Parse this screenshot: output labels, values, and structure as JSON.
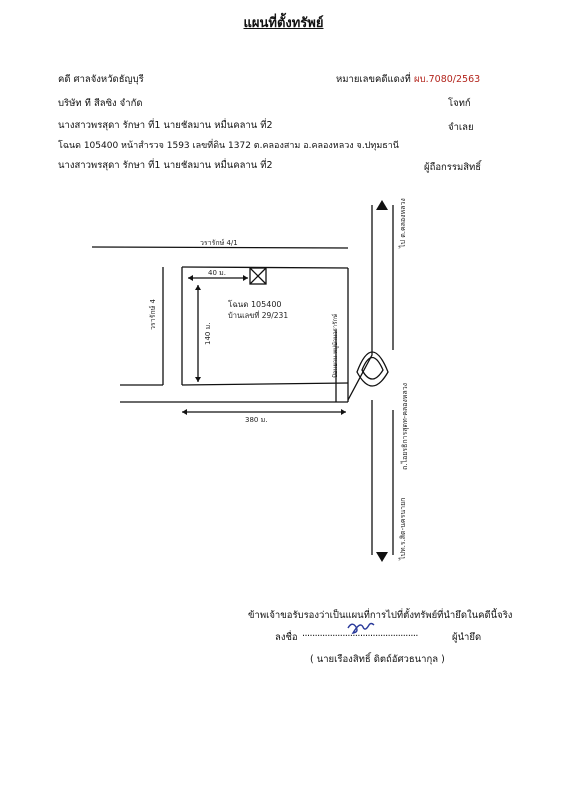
{
  "document": {
    "title": "แผนที่ตั้งทรัพย์",
    "case_court": "คดี ศาลจังหวัดธัญบุรี",
    "case_number_label": "หมายเลขคดีแดงที่",
    "case_number_value": "ผบ.7080/2563",
    "plaintiff_name": "บริษัท ที สีลซิง จำกัด",
    "plaintiff_role": "โจทก์",
    "defendants": "นางสาวพรสุดา รักษา ที่1 นายชัลมาน หมื่นคลาน ที่2",
    "defendant_role": "จำเลย",
    "title_deed": "โฉนด 105400 หน้าสำรวจ 1593 เลขที่ดิน 1372 ต.คลองสาม อ.คลองหลวง จ.ปทุมธานี",
    "owners": "นางสาวพรสุดา รักษา ที่1 นายชัลมาน หมื่นคลาน ที่2",
    "owner_role": "ผู้ถือกรรมสิทธิ์"
  },
  "map": {
    "soi_top_label": "วรารักษ์ 4/1",
    "soi_left_label": "วรารักษ์ 4",
    "width_label": "40 ม.",
    "depth_label": "140 ม.",
    "distance_label": "380 ม.",
    "deed_note": "โฉนด 105400",
    "house_note": "บ้านเลขที่ 29/231",
    "village_gate_label": "ป้อมยาม หมู่บ้านวรารักษ์",
    "main_road_label": "ถ.ไอยรธิการสุดท-คลองหลวง",
    "direction_top": "ไป ต.คลองหลวง",
    "direction_bottom": "ไปท.ร.สิต-นครนายก"
  },
  "certification": {
    "statement": "ข้าพเจ้าขอรับรองว่าเป็นแผนที่การไปที่ตั้งทรัพย์ที่นำยึดในคดีนี้จริง",
    "sign_label": "ลงชื่อ",
    "sign_dots": "..............................................",
    "sign_role": "ผู้นำยึด",
    "signer_name": "( นายเรืองสิทธิ์ ดิตถ์อัศวธนากุล )"
  }
}
